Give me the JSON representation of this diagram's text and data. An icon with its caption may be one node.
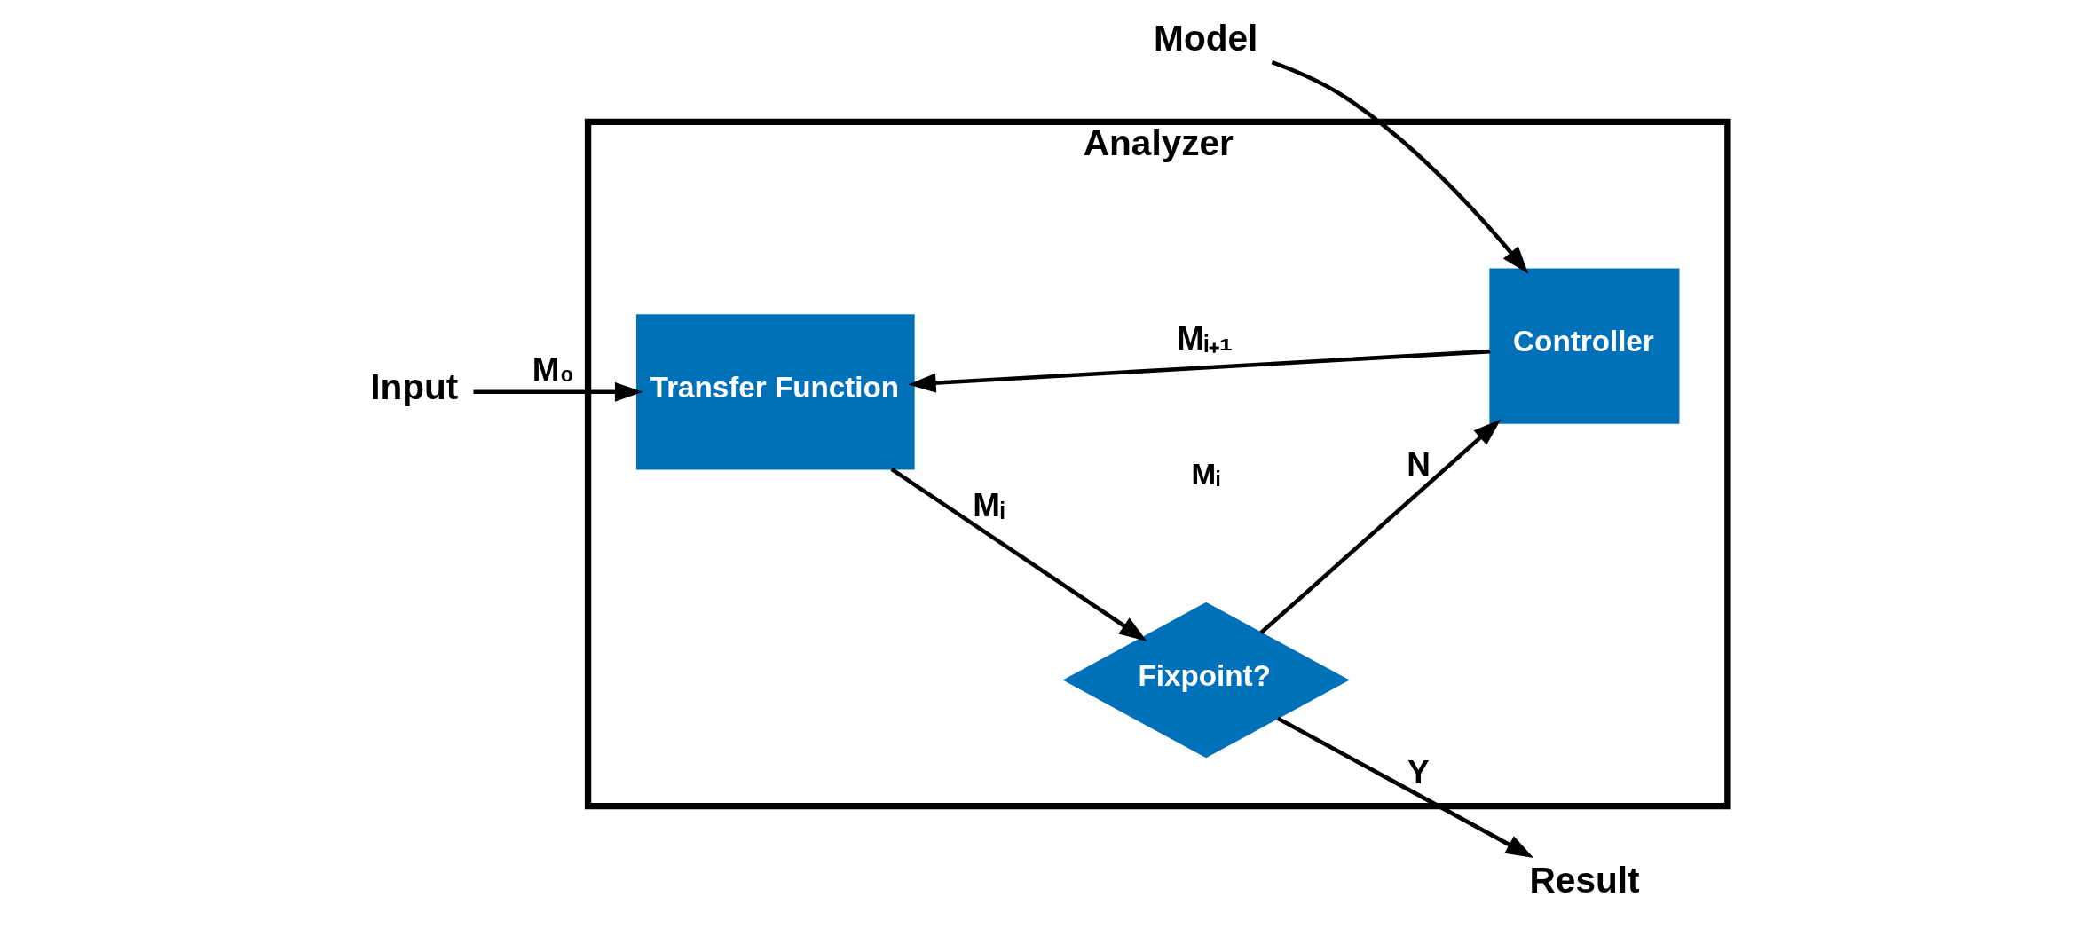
{
  "diagram": {
    "nodes": [
      {
        "text": [
          "Analyzer"
        ]
      },
      {
        "text": [
          "Input"
        ]
      },
      {
        "text": [
          "Transfer Function"
        ],
        "in": 0
      },
      {
        "text": [
          "Fixpoint?"
        ],
        "in": 0
      },
      {
        "text": [
          "Result"
        ]
      },
      {
        "text": [
          "Model"
        ]
      },
      {
        "text": [
          "Controller"
        ],
        "in": 0
      }
    ],
    "edges": [
      {
        "from": 1,
        "to": 2,
        "arrow": "to",
        "label": "M₀"
      },
      {
        "from": 2,
        "to": 3,
        "arrow": "to",
        "label": "Mᵢ"
      },
      {
        "from": 3,
        "to": 4,
        "arrow": "to",
        "label": "Y"
      },
      {
        "from": 3,
        "to": 6,
        "arrow": "to",
        "label": "N"
      },
      {
        "from": 6,
        "to": 2,
        "arrow": "to",
        "label": "Mᵢ₊₁"
      },
      {
        "from": 5,
        "to": 6,
        "arrow": "to"
      }
    ],
    "labels": [
      "Mᵢ"
    ]
  }
}
